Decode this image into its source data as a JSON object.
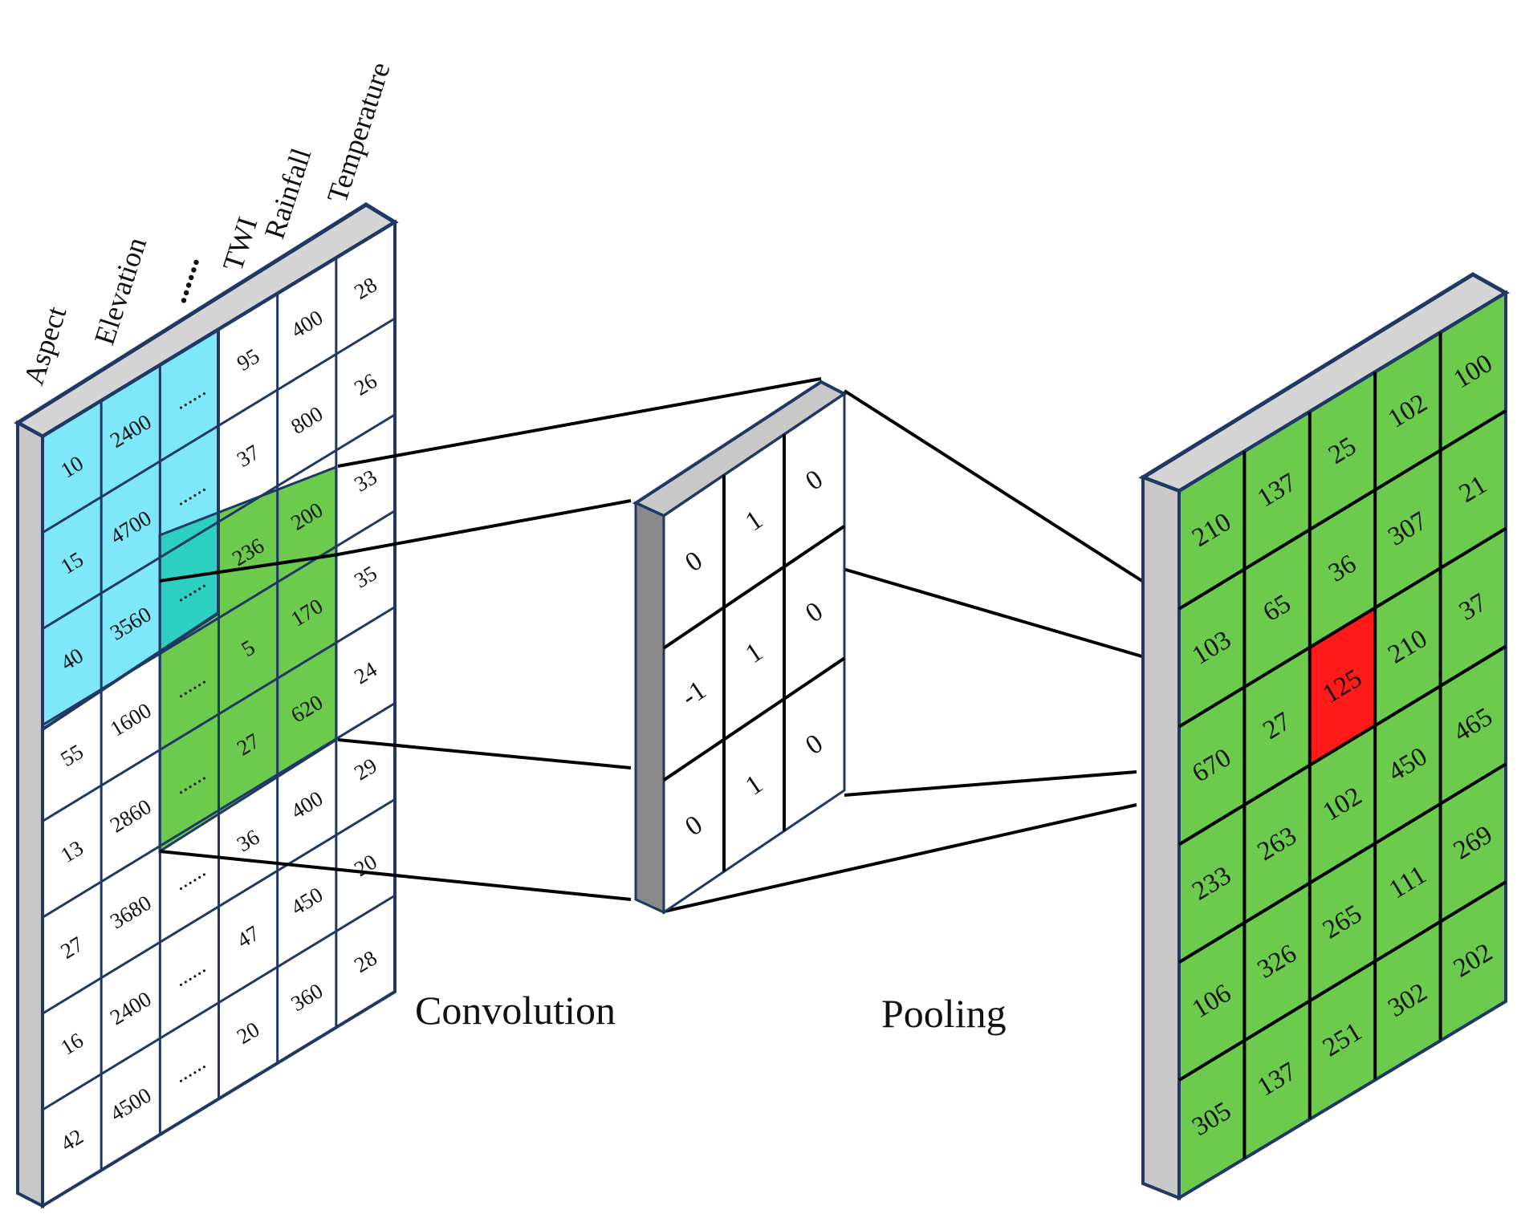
{
  "input_matrix": {
    "feature_labels": [
      "Aspect",
      "Elevation",
      "......",
      "TWI",
      "Rainfall",
      "Temperature"
    ],
    "rows": [
      [
        "10",
        "2400",
        "......",
        "95",
        "400",
        "28"
      ],
      [
        "15",
        "4700",
        "......",
        "37",
        "800",
        "26"
      ],
      [
        "40",
        "3560",
        "......",
        "236",
        "200",
        "33"
      ],
      [
        "55",
        "1600",
        "......",
        "5",
        "170",
        "35"
      ],
      [
        "13",
        "2860",
        "......",
        "27",
        "620",
        "24"
      ],
      [
        "27",
        "3680",
        "......",
        "36",
        "400",
        "29"
      ],
      [
        "16",
        "2400",
        "......",
        "47",
        "450",
        "20"
      ],
      [
        "42",
        "4500",
        "......",
        "20",
        "360",
        "28"
      ]
    ]
  },
  "kernel": {
    "rows": [
      [
        "0",
        "1",
        "0"
      ],
      [
        "-1",
        "1",
        "0"
      ],
      [
        "0",
        "1",
        "0"
      ]
    ]
  },
  "pooled_map": {
    "rows": [
      [
        "210",
        "137",
        "25",
        "102",
        "100"
      ],
      [
        "103",
        "65",
        "36",
        "307",
        "21"
      ],
      [
        "670",
        "27",
        "125",
        "210",
        "37"
      ],
      [
        "233",
        "263",
        "102",
        "450",
        "465"
      ],
      [
        "106",
        "326",
        "265",
        "111",
        "269"
      ],
      [
        "305",
        "137",
        "251",
        "302",
        "202"
      ]
    ],
    "highlight_cell": [
      2,
      2
    ]
  },
  "captions": {
    "convolution": "Convolution",
    "pooling": "Pooling"
  },
  "colors": {
    "frame": "#1f3864",
    "slab_gray": "#c8c8c8",
    "slab_top": "#d4d4d4",
    "cyan": "#7ee8fa",
    "teal": "#2ccfc0",
    "green": "#6ccb4d",
    "red": "#ff1a1a"
  }
}
